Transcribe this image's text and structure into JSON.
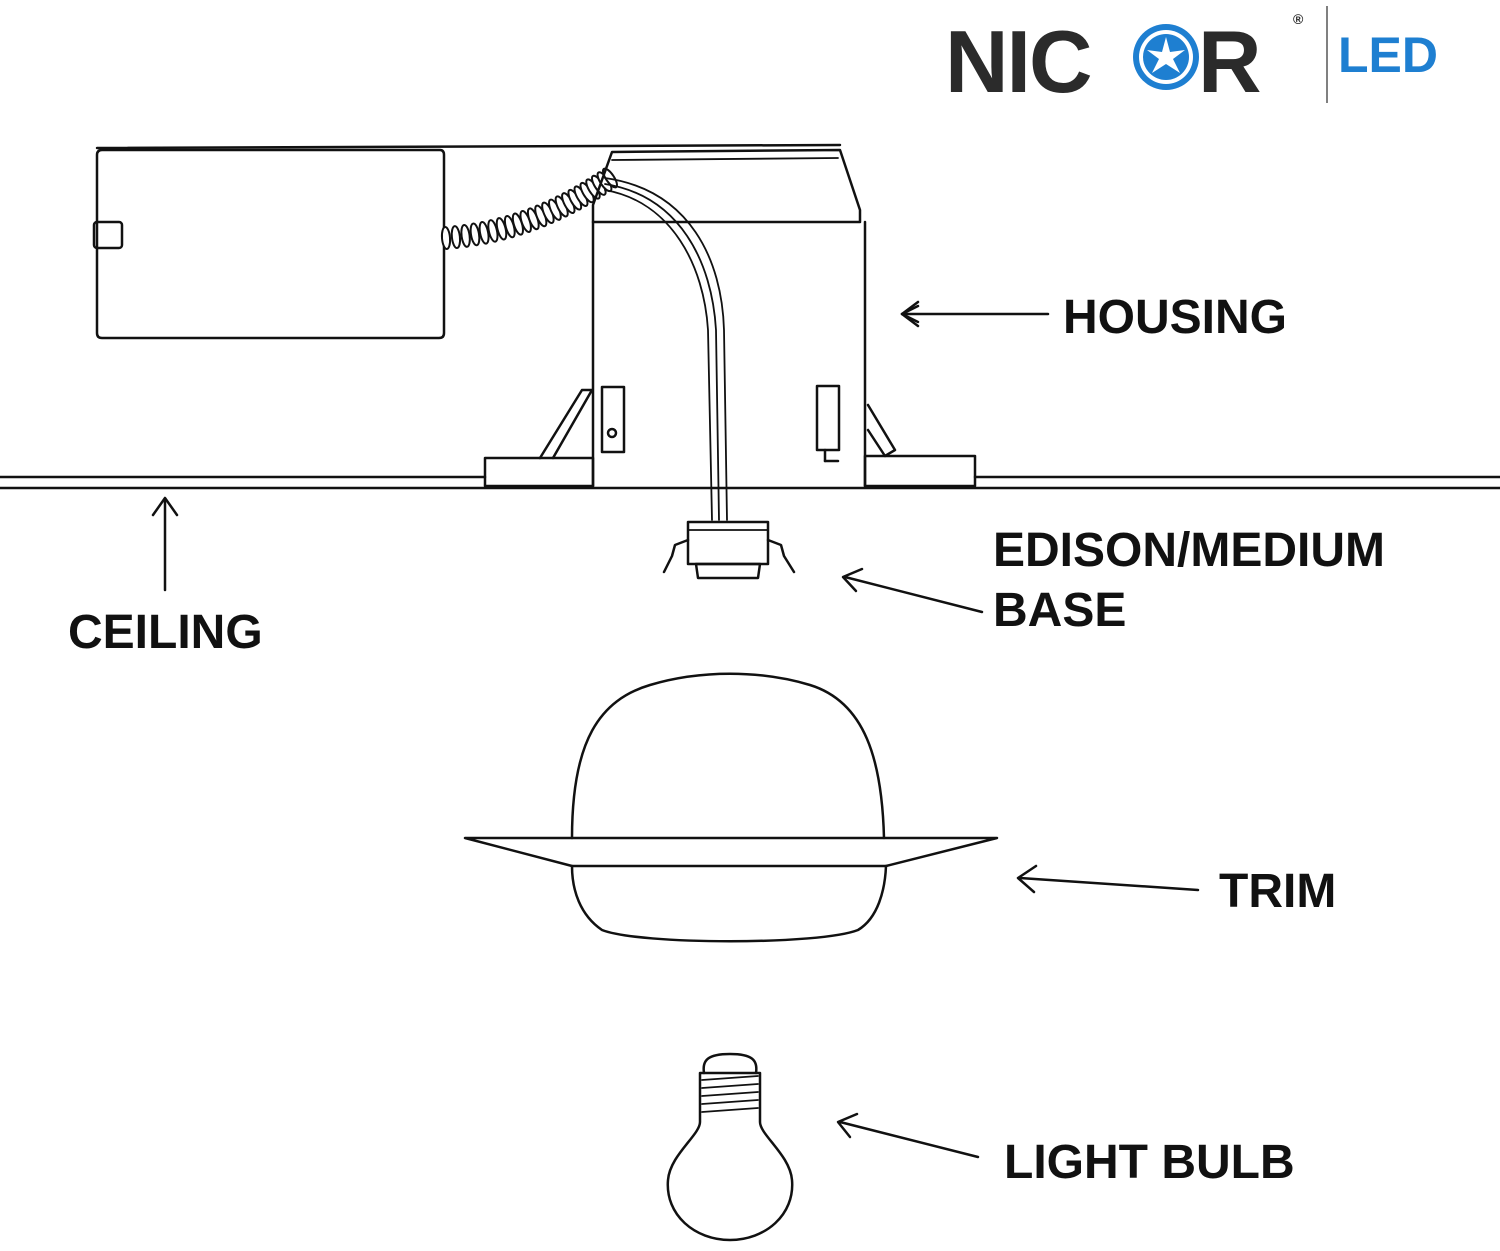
{
  "logo": {
    "brand_left": "NIC",
    "brand_right": "R",
    "registered": "®",
    "product": "LED",
    "colors": {
      "brand_text": "#2b2b2b",
      "accent_blue": "#1e7fd1"
    }
  },
  "labels": {
    "housing": "HOUSING",
    "edison_line1": "EDISON/MEDIUM",
    "edison_line2": "BASE",
    "ceiling": "CEILING",
    "trim": "TRIM",
    "light_bulb": "LIGHT BULB"
  }
}
